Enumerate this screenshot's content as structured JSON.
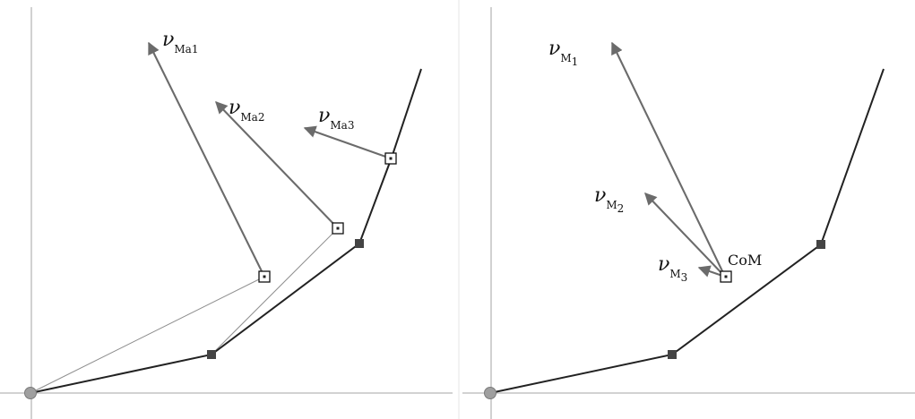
{
  "labels": {
    "left": {
      "vma1": {
        "symbol": "ν",
        "subscript": "Ma1"
      },
      "vma2": {
        "symbol": "ν",
        "subscript": "Ma2"
      },
      "vma3": {
        "symbol": "ν",
        "subscript": "Ma3"
      }
    },
    "right": {
      "vm1": {
        "symbol": "ν",
        "subscript": "M",
        "index": "1"
      },
      "vm2": {
        "symbol": "ν",
        "subscript": "M",
        "index": "2"
      },
      "vm3": {
        "symbol": "ν",
        "subscript": "M",
        "index": "3"
      },
      "com": "CoM"
    }
  },
  "colors": {
    "axis": "#b8b8b8",
    "link": "#222222",
    "thin_line": "#8f8f8f",
    "vector": "#6b6b6b",
    "joint": "#444444",
    "origin": "#9f9f9f"
  }
}
